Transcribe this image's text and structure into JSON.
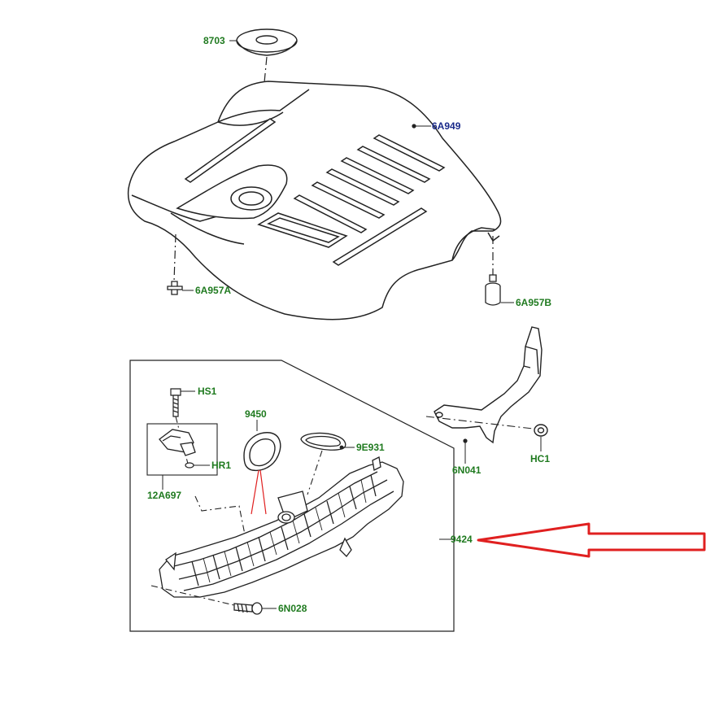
{
  "colors": {
    "part_label": "#1f7a1f",
    "primary_label": "#1a2a8a",
    "arrow": "#e02020",
    "line": "#222222"
  },
  "labels": {
    "p8703": "8703",
    "p6A949": "6A949",
    "p6A957A": "6A957A",
    "p6A957B": "6A957B",
    "pHS1": "HS1",
    "p9450": "9450",
    "p9E931": "9E931",
    "pHR1": "HR1",
    "p12A697": "12A697",
    "p6N041": "6N041",
    "pHC1": "HC1",
    "p9424": "9424",
    "p6N028": "6N028"
  }
}
